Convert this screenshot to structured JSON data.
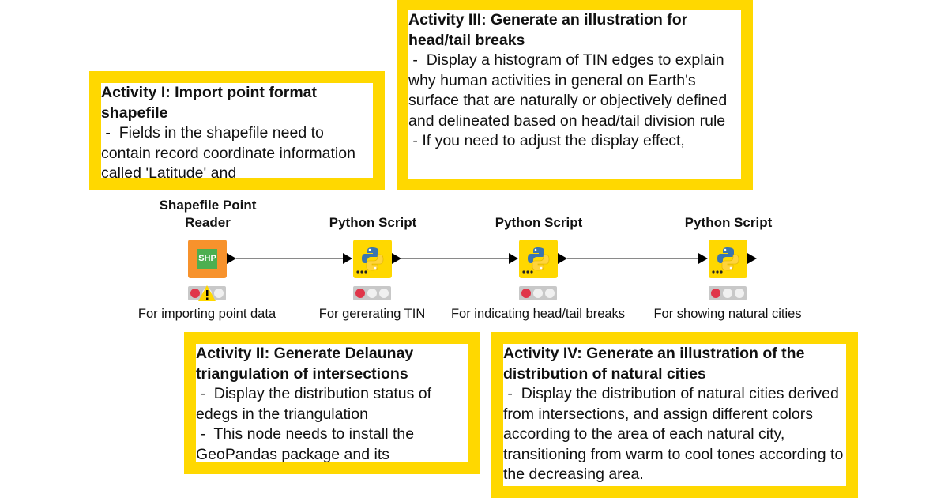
{
  "annotations": [
    {
      "title": "Activity I:  Import point format shapefile",
      "lines": [
        " -  Fields in the shapefile need to contain record coordinate information called 'Latitude' and"
      ]
    },
    {
      "title": "Activity II: Generate Delaunay triangulation of intersections",
      "lines": [
        " -  Display the distribution status of edegs in the triangulation",
        " -  This node needs to install the GeoPandas package and its"
      ]
    },
    {
      "title": "Activity III: Generate an illustration for head/tail breaks",
      "lines": [
        " -  Display a histogram of TIN edges to explain why human activities in general on Earth's surface that are naturally or objectively defined and delineated based on head/tail division rule",
        " - If you need to adjust the display effect,"
      ]
    },
    {
      "title": "Activity IV: Generate an illustration of the distribution of natural cities",
      "lines": [
        " -  Display the distribution of natural cities derived from intersections, and assign different colors according to the area of each natural city, transitioning from warm to cool tones according to the decreasing area."
      ]
    }
  ],
  "nodes": [
    {
      "name": "Shapefile Point Reader",
      "icon_text": "SHP",
      "label": "For importing point data",
      "status": "warning"
    },
    {
      "name": "Python Script",
      "label": "For gererating TIN",
      "status": "not-configured"
    },
    {
      "name": "Python Script",
      "label": "For indicating head/tail breaks",
      "status": "not-configured"
    },
    {
      "name": "Python Script",
      "label": "For showing natural cities",
      "status": "not-configured"
    }
  ],
  "colors": {
    "annotation_border": "#ffd800",
    "reader_node": "#f7922c",
    "script_node": "#ffd800",
    "status_red": "#e0364a"
  }
}
